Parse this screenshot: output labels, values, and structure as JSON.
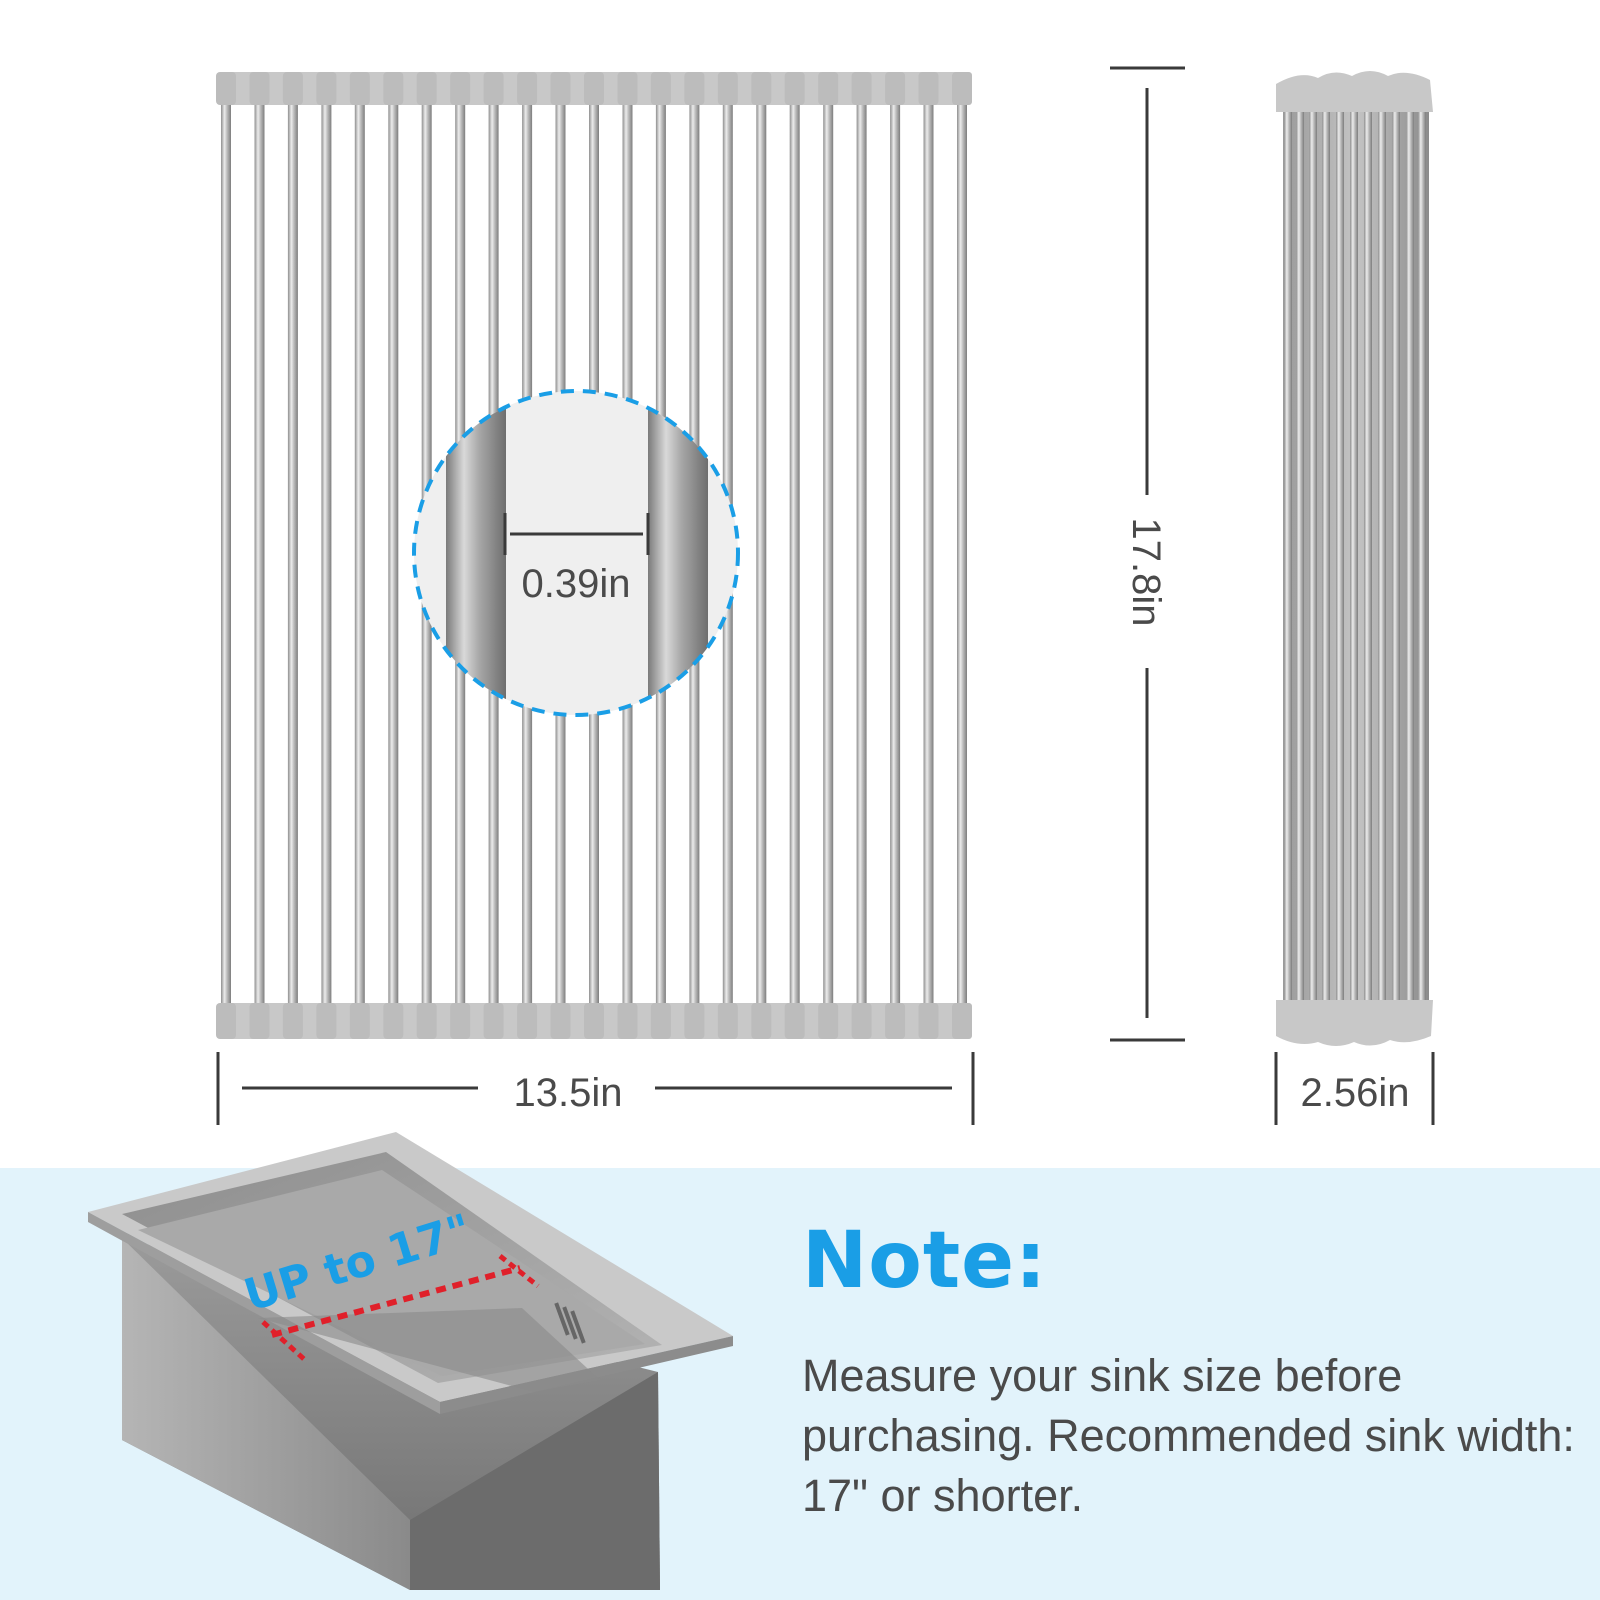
{
  "dimensions": {
    "width_label": "13.5in",
    "height_label": "17.8in",
    "rolled_width_label": "2.56in",
    "gap_label": "0.39in"
  },
  "sink": {
    "label": "UP to 17\""
  },
  "note": {
    "title": "Note:",
    "body": "Measure your sink size before purchasing. Recommended sink width: 17\" or shorter."
  },
  "colors": {
    "accent_blue": "#1a9ee6",
    "panel_bg": "#e2f3fb",
    "text_gray": "#4a4a4a",
    "silicone_gray": "#c8c8c8",
    "measure_red": "#e0202a"
  },
  "product": {
    "rod_count": 23
  }
}
